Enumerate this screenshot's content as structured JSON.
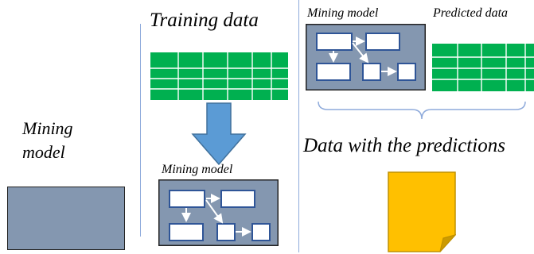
{
  "labels": {
    "mining_model_left": "Mining\nmodel",
    "training_data": "Training data",
    "mining_model_center": "Mining model",
    "mining_model_top": "Mining model",
    "predicted_data": "Predicted data",
    "data_with_predictions": "Data with the predictions"
  },
  "colors": {
    "model_fill": "#8497b0",
    "table_green": "#00b050",
    "arrow_blue": "#5b9bd5",
    "document_yellow": "#ffc000",
    "divider_blue": "#8eaadb"
  },
  "icons": [
    "down-arrow-icon",
    "document-icon"
  ]
}
